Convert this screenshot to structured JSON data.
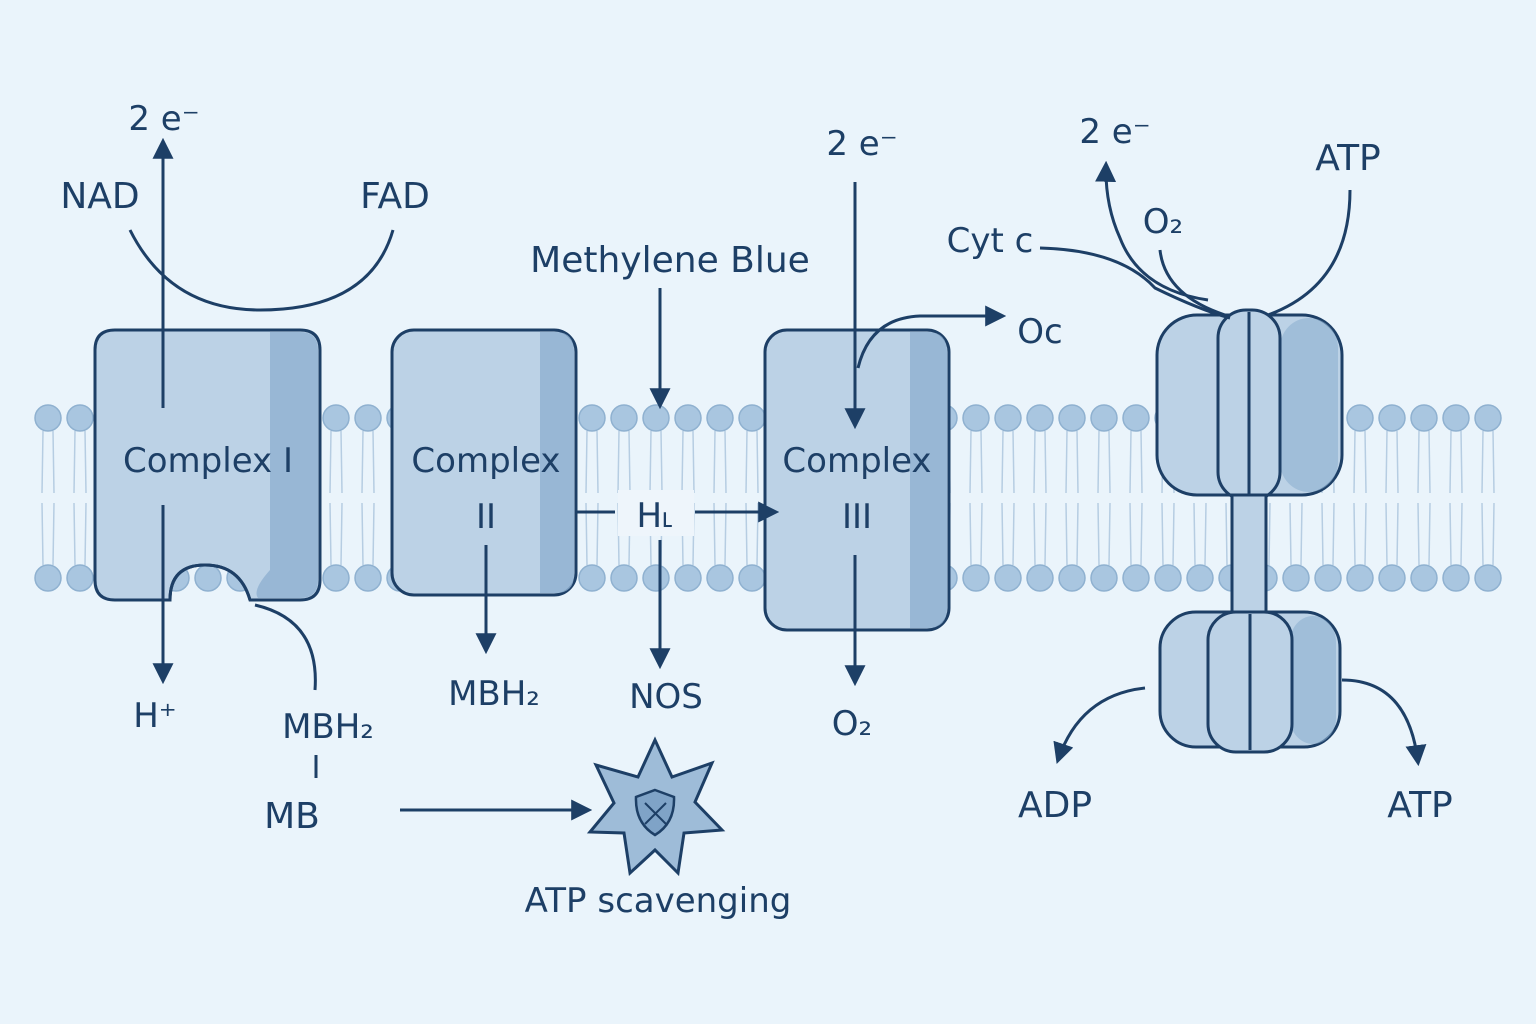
{
  "labels": {
    "nad": "NAD",
    "fad": "FAD",
    "two_e_left": "2 e⁻",
    "two_e_mid": "2 e⁻",
    "two_e_right": "2 e⁻",
    "methylene_blue": "Methylene Blue",
    "complex_1": "Complex I",
    "complex_2_line1": "Complex",
    "complex_2_line2": "II",
    "complex_3_line1": "Complex",
    "complex_3_line2": "III",
    "h_plus_left": "H⁺",
    "h_mid": "H˪",
    "mbh2_left": "MBH₂",
    "mbh2_center": "MBH₂",
    "mb": "MB",
    "nos": "NOS",
    "atp_scavenging": "ATP scavenging",
    "o2_bottom": "O₂",
    "oc": "Oc",
    "cyt_c": "Cyt c",
    "o2_top": "O₂",
    "atp_top": "ATP",
    "adp": "ADP",
    "atp_bottom": "ATP"
  },
  "colors": {
    "background": "#eaf4fb",
    "ink": "#1d3f66",
    "protein_fill": "#bcd2e6",
    "protein_shade": "#8eb0d1",
    "lipid_head": "#a9c6e0"
  },
  "icons": {
    "shield": "shield-icon",
    "burst": "starburst-icon"
  }
}
